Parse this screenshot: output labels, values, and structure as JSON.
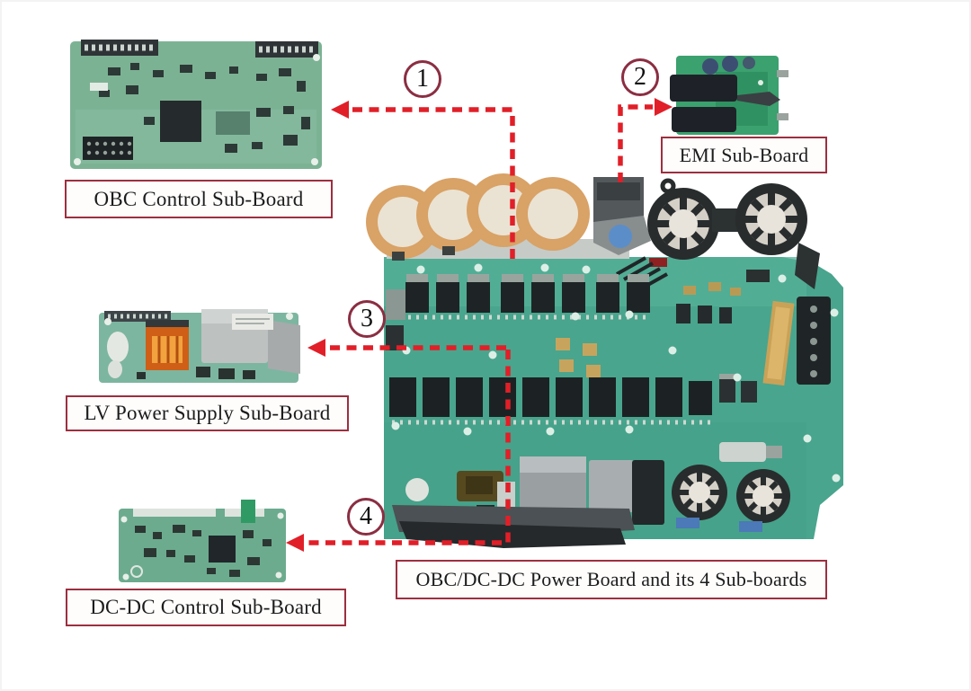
{
  "figure": {
    "main_caption": "OBC/DC-DC Power Board and its 4 Sub-boards",
    "callouts": [
      {
        "number": "1",
        "label": "OBC Control Sub-Board"
      },
      {
        "number": "2",
        "label": "EMI Sub-Board"
      },
      {
        "number": "3",
        "label": "LV Power Supply Sub-Board"
      },
      {
        "number": "4",
        "label": "DC-DC Control Sub-Board"
      }
    ],
    "colors": {
      "arrow_red": "#e11f28",
      "callout_circle_stroke": "#8b2e42",
      "label_box_border": "#9c2f3f",
      "pcb_green_main": "#49a58d",
      "pcb_green_sub": "#7cb294",
      "capacitor_orange": "#d9a266"
    }
  }
}
